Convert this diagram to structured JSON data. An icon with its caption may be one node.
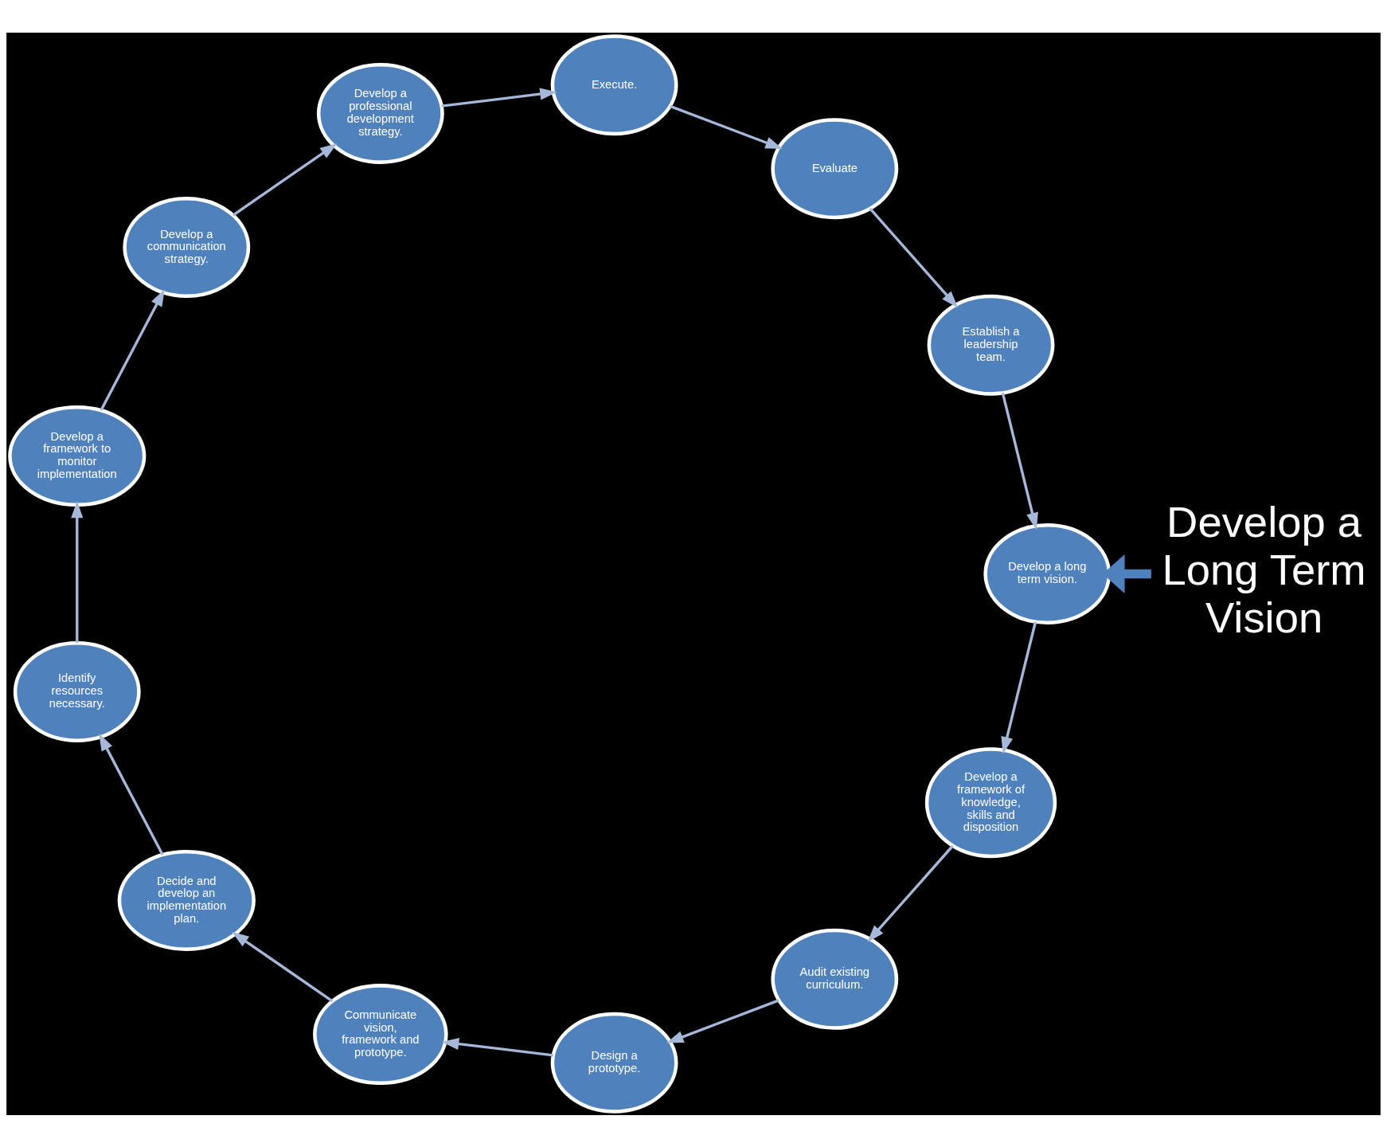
{
  "diagram": {
    "nodes": [
      {
        "text": [
          "Establish a leadership team."
        ]
      },
      {
        "text": [
          "Develop a long term vision."
        ]
      },
      {
        "text": [
          "Develop a framework of knowledge, skills and disposition"
        ]
      },
      {
        "text": [
          "Audit existing curriculum."
        ]
      },
      {
        "text": [
          "Design a prototype."
        ]
      },
      {
        "text": [
          "Communicate vision, framework and prototype."
        ]
      },
      {
        "text": [
          "Decide and develop an implementation plan."
        ]
      },
      {
        "text": [
          "Identify resources necessary."
        ]
      },
      {
        "text": [
          "Develop a framework to monitor implementation"
        ]
      },
      {
        "text": [
          "Develop a communication strategy."
        ]
      },
      {
        "text": [
          "Develop a professional development strategy."
        ]
      },
      {
        "text": [
          "Execute."
        ]
      },
      {
        "text": [
          "Evaluate"
        ]
      },
      {
        "text": [
          "Develop a Long Term Vision"
        ]
      }
    ],
    "edges": [
      {
        "from": 0,
        "to": 1,
        "arrow": "to"
      },
      {
        "from": 1,
        "to": 2,
        "arrow": "to"
      },
      {
        "from": 2,
        "to": 3,
        "arrow": "to"
      },
      {
        "from": 3,
        "to": 4,
        "arrow": "to"
      },
      {
        "from": 4,
        "to": 5,
        "arrow": "to"
      },
      {
        "from": 5,
        "to": 6,
        "arrow": "to"
      },
      {
        "from": 6,
        "to": 7,
        "arrow": "to"
      },
      {
        "from": 7,
        "to": 8,
        "arrow": "to"
      },
      {
        "from": 8,
        "to": 9,
        "arrow": "to"
      },
      {
        "from": 9,
        "to": 10,
        "arrow": "to"
      },
      {
        "from": 10,
        "to": 11,
        "arrow": "to"
      },
      {
        "from": 11,
        "to": 12,
        "arrow": "to"
      },
      {
        "from": 12,
        "to": 0,
        "arrow": "to"
      },
      {
        "from": 13,
        "to": 1,
        "arrow": "to",
        "style": "thick",
        "color": "#4f81bd"
      }
    ]
  }
}
